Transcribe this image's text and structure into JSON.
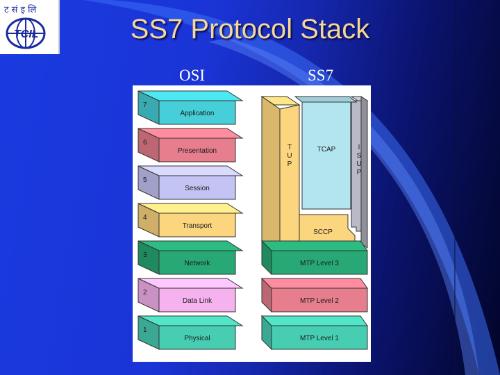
{
  "slide": {
    "title": "SS7 Protocol Stack",
    "osi_heading": "OSI",
    "ss7_heading": "SS7"
  },
  "logo": {
    "text": "TCIL",
    "icon": "tcil-globe-logo"
  },
  "osi_layers": [
    {
      "number": "7",
      "name": "Application",
      "color": "#46cfd8"
    },
    {
      "number": "6",
      "name": "Presentation",
      "color": "#e67e8e"
    },
    {
      "number": "5",
      "name": "Session",
      "color": "#c3c3f4"
    },
    {
      "number": "4",
      "name": "Transport",
      "color": "#fcd67e"
    },
    {
      "number": "3",
      "name": "Network",
      "color": "#27a874"
    },
    {
      "number": "2",
      "name": "Data Link",
      "color": "#f6b2ee"
    },
    {
      "number": "1",
      "name": "Physical",
      "color": "#47cdb2"
    }
  ],
  "ss7_layers": {
    "tup": {
      "letters": [
        "T",
        "U",
        "P"
      ],
      "color": "#fcd67e"
    },
    "tcap": {
      "name": "TCAP",
      "color": "#b2e5f0"
    },
    "isup": {
      "letters": [
        "I",
        "S",
        "U",
        "P"
      ],
      "color": "#b9b9c8"
    },
    "sccp": {
      "name": "SCCP",
      "color": "#fcd67e"
    },
    "mtp3": {
      "name": "MTP Level 3",
      "color": "#27a874"
    },
    "mtp2": {
      "name": "MTP Level 2",
      "color": "#e67e8e"
    },
    "mtp1": {
      "name": "MTP Level 1",
      "color": "#47cdb2"
    }
  }
}
